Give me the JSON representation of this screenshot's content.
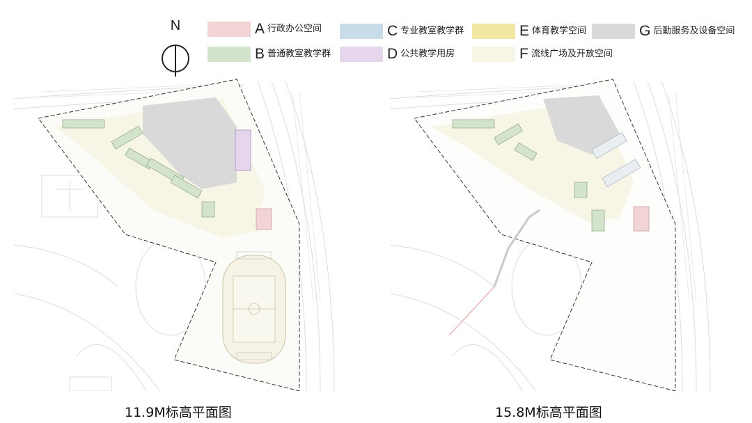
{
  "north": {
    "letter": "N"
  },
  "legend": [
    {
      "letter": "A",
      "label": "行政办公空间",
      "color": "#f2d4d7"
    },
    {
      "letter": "B",
      "label": "普通教室教学群",
      "color": "#d4e3cc"
    },
    {
      "letter": "C",
      "label": "专业教室教学群",
      "color": "#c9dcea"
    },
    {
      "letter": "D",
      "label": "公共教学用房",
      "color": "#e6d6ec"
    },
    {
      "letter": "E",
      "label": "体育教学空间",
      "color": "#f2e6a3"
    },
    {
      "letter": "F",
      "label": "流线广场及开放空间",
      "color": "#f7f6e6"
    },
    {
      "letter": "G",
      "label": "后勤服务及设备空间",
      "color": "#d9d9d9"
    }
  ],
  "plans": [
    {
      "caption": "11.9M标高平面图"
    },
    {
      "caption": "15.8M标高平面图"
    }
  ]
}
